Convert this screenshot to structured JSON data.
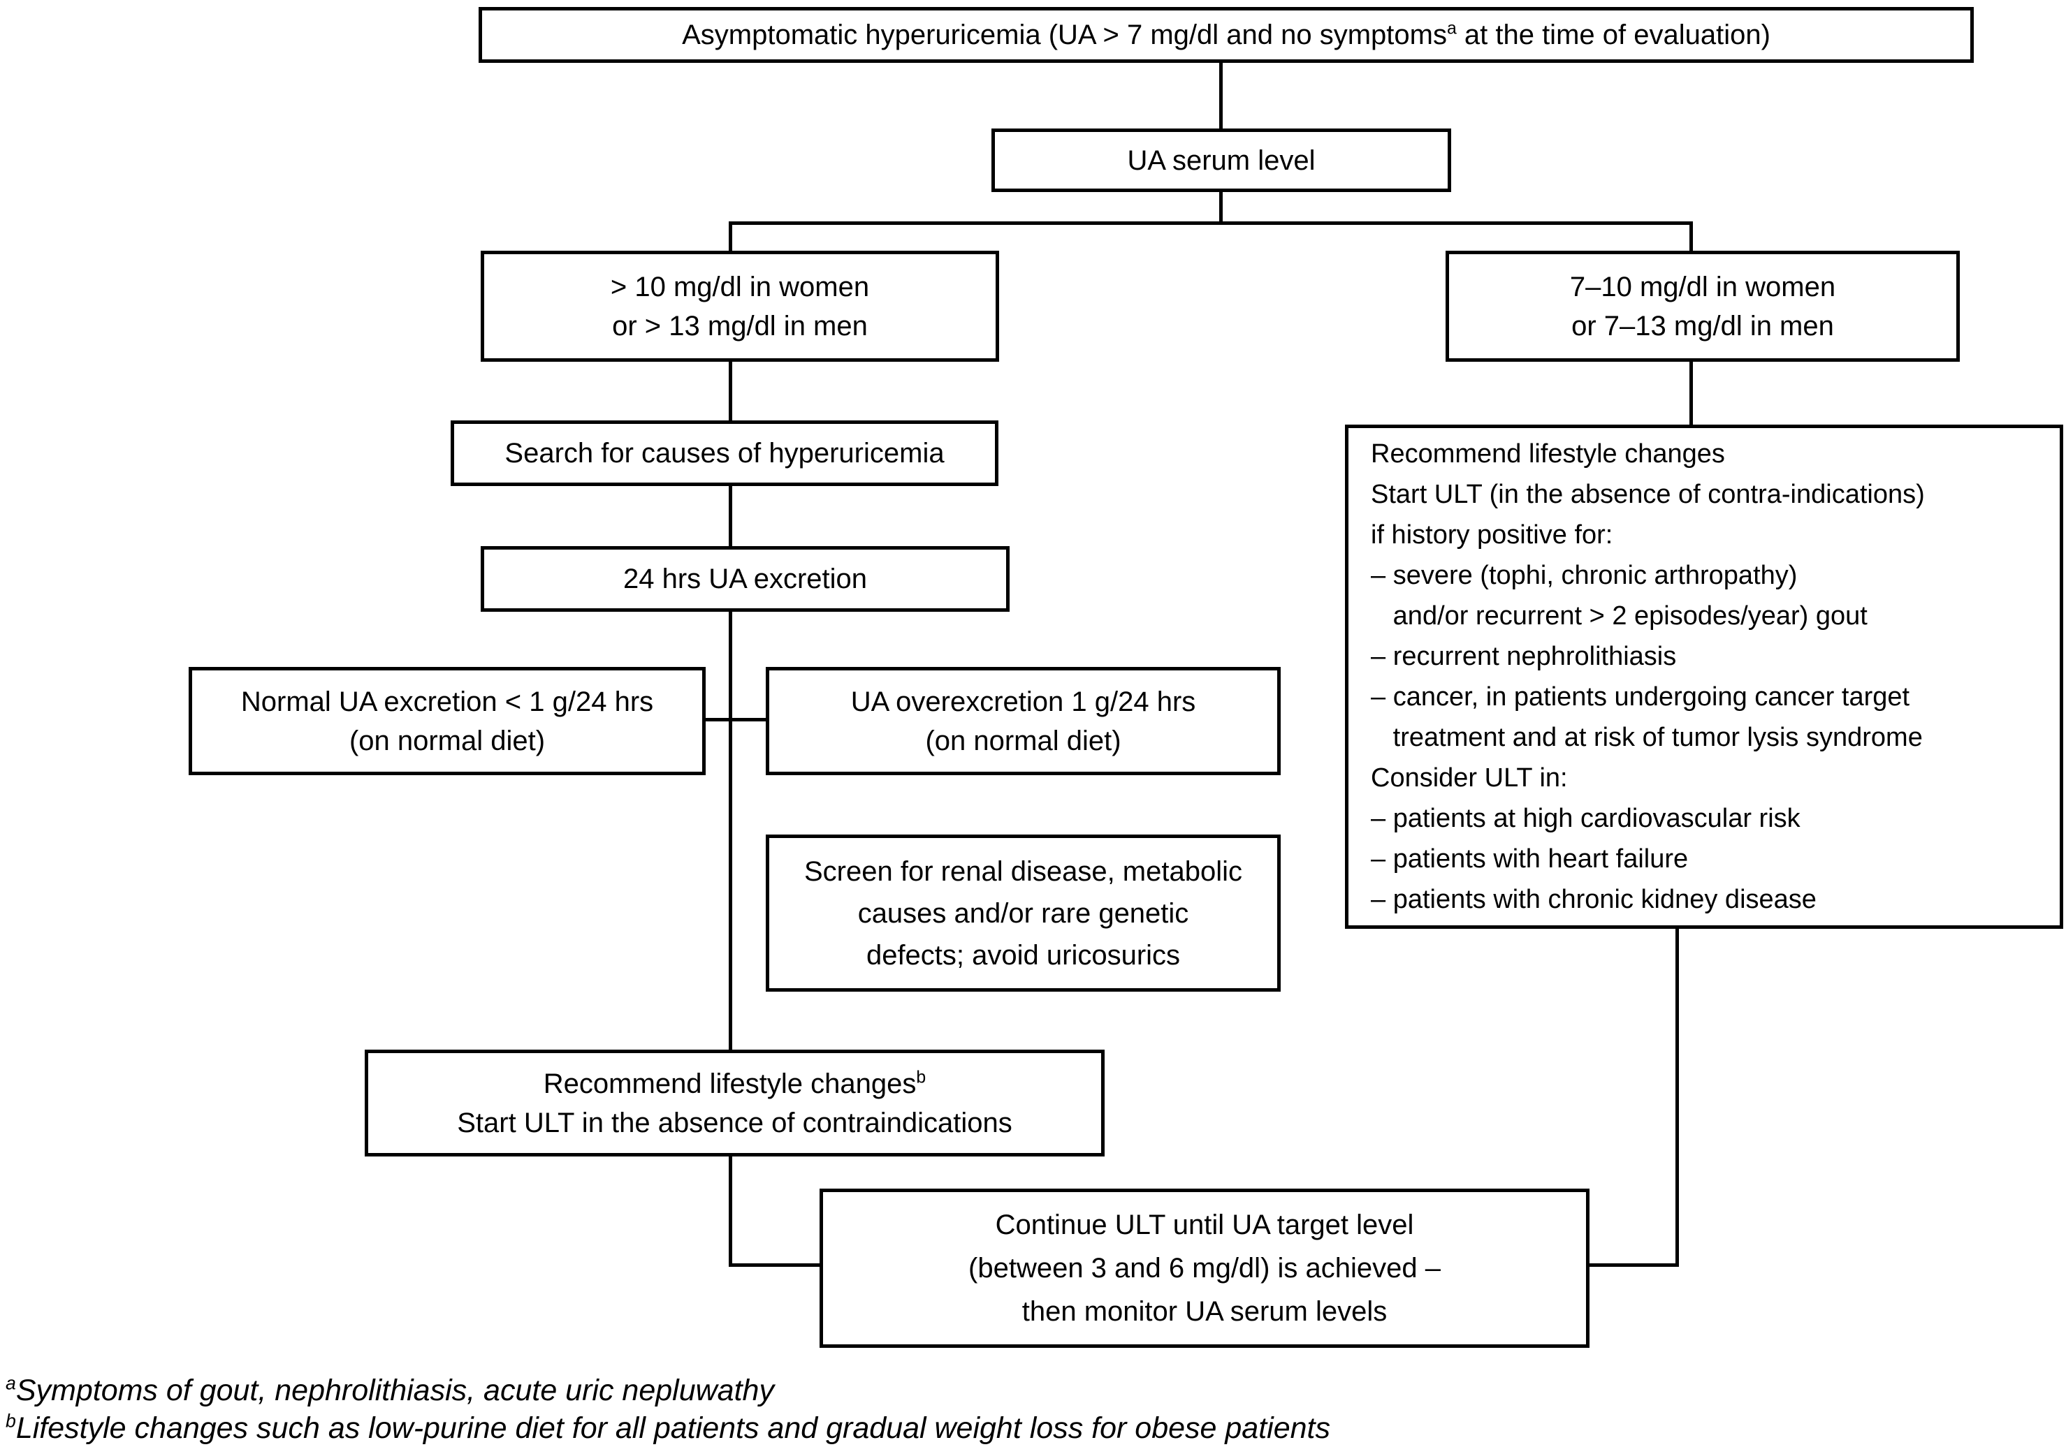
{
  "diagram": {
    "title_node": {
      "before": "Asymptomatic hyperuricemia (UA > 7 mg/dl and no symptoms",
      "sup": "a",
      "after": " at the time of evaluation)"
    },
    "nodes": {
      "ua_serum": "UA serum level",
      "left_branch": {
        "line1": "> 10 mg/dl in women",
        "line2": "or > 13 mg/dl in men"
      },
      "right_branch": {
        "line1": "7–10 mg/dl in women",
        "line2": "or 7–13 mg/dl in men"
      },
      "search": "Search for causes of hyperuricemia",
      "excretion_24h": "24 hrs UA excretion",
      "normal_excretion": {
        "line1": "Normal UA excretion < 1 g/24 hrs",
        "line2": "(on normal diet)"
      },
      "overexcretion": {
        "line1": "UA overexcretion 1 g/24 hrs",
        "line2": "(on normal diet)"
      },
      "screen": {
        "line1": "Screen for renal disease, metabolic",
        "line2": "causes and/or rare genetic",
        "line3": "defects; avoid uricosurics"
      },
      "ult_recommendations": {
        "lines": [
          "Recommend lifestyle changes",
          "Start ULT (in the absence of contra-indications)",
          "if history positive for:",
          "– severe (tophi, chronic arthropathy)",
          "   and/or recurrent > 2 episodes/year) gout",
          "– recurrent nephrolithiasis",
          "– cancer, in patients undergoing cancer target",
          "   treatment and at risk of tumor lysis syndrome",
          "Consider ULT in:",
          "– patients at high cardiovascular risk",
          "– patients with heart failure",
          "– patients with chronic kidney disease"
        ]
      },
      "lifestyle_ult": {
        "line1_before": "Recommend lifestyle changes",
        "line1_sup": "b",
        "line2": "Start ULT in the absence of contraindications"
      },
      "continue_ult": {
        "line1": "Continue ULT until UA target level",
        "line2": "(between 3 and 6 mg/dl) is achieved –",
        "line3": "then monitor UA serum levels"
      }
    },
    "footnotes": {
      "a_sup": "a",
      "a_text": "Symptoms of gout, nephrolithiasis, acute uric nepluwathy",
      "b_sup": "b",
      "b_text": "Lifestyle changes such as low-purine diet for all patients and gradual weight loss for obese patients"
    },
    "colors": {
      "line": "#000000",
      "background": "#ffffff",
      "text": "#000000"
    }
  }
}
